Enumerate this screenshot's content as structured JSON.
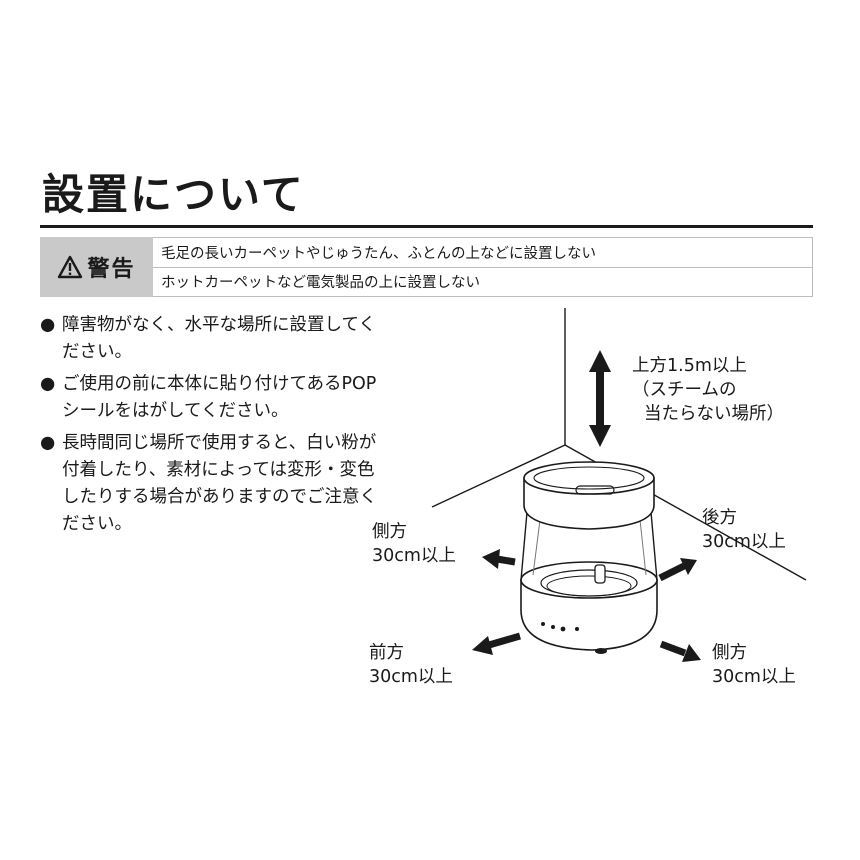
{
  "title": "設置について",
  "warning": {
    "label": "警告",
    "items": [
      "毛足の長いカーペットやじゅうたん、ふとんの上などに設置しない",
      "ホットカーペットなど電気製品の上に設置しない"
    ]
  },
  "bullet_symbol": "●",
  "instructions": [
    "障害物がなく、水平な場所に設置してください。",
    "ご使用の前に本体に貼り付けてあるPOPシールをはがしてください。",
    "長時間同じ場所で使用すると、白い粉が付着したり、素材によっては変形・変色したりする場合がありますのでご注意ください。"
  ],
  "clearances": {
    "top": {
      "line1": "上方1.5m以上",
      "line2": "（スチームの",
      "line3": "当たらない場所）"
    },
    "side_left": {
      "direction": "側方",
      "distance": "30cm以上"
    },
    "back": {
      "direction": "後方",
      "distance": "30cm以上"
    },
    "front": {
      "direction": "前方",
      "distance": "30cm以上"
    },
    "side_right": {
      "direction": "側方",
      "distance": "30cm以上"
    }
  }
}
